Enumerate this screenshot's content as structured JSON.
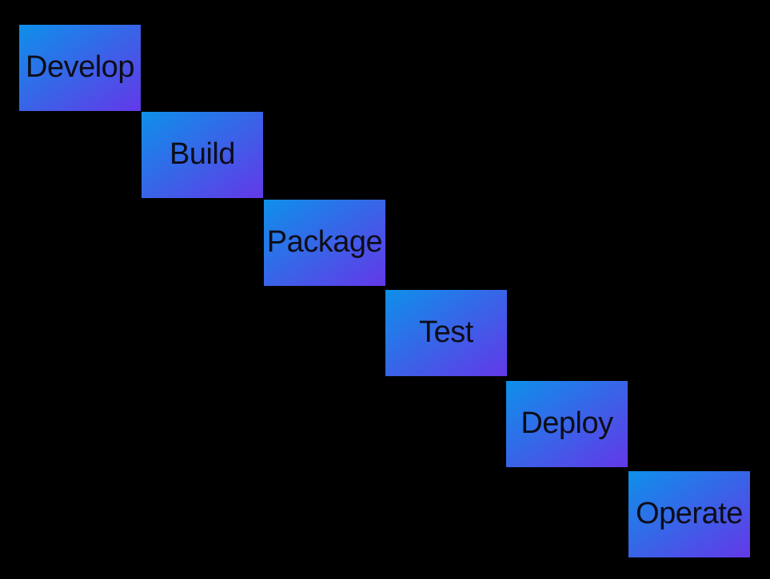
{
  "canvas": {
    "background": "#000000"
  },
  "pipeline": {
    "stages": [
      {
        "label": "Develop"
      },
      {
        "label": "Build"
      },
      {
        "label": "Package"
      },
      {
        "label": "Test"
      },
      {
        "label": "Deploy"
      },
      {
        "label": "Operate"
      }
    ],
    "colors": {
      "gradient_start": "#0e90e9",
      "gradient_end": "#6338e8",
      "label_text": "#0d0d18"
    }
  }
}
